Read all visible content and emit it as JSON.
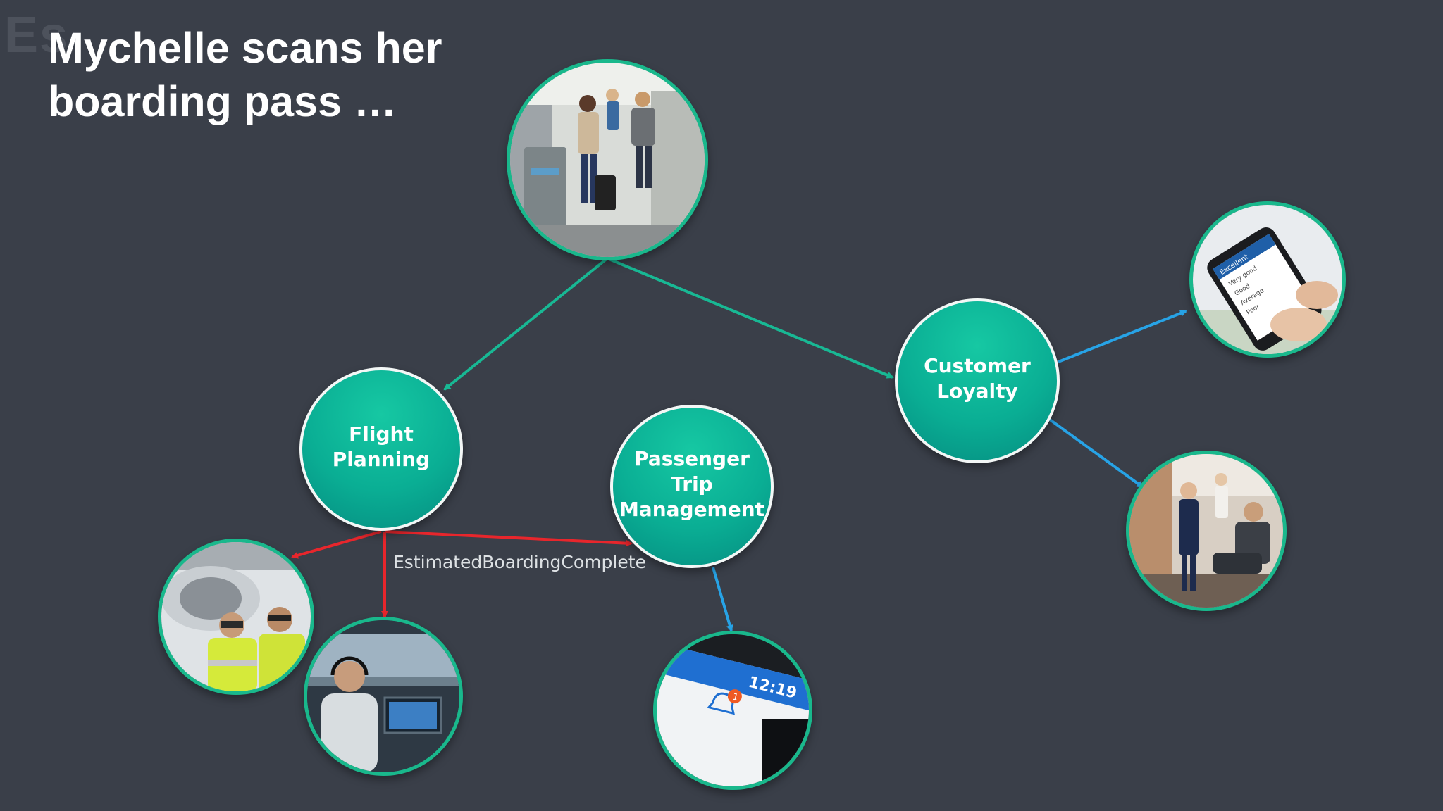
{
  "slide": {
    "ghost_text": "Es",
    "title": "Mychelle scans her\nboarding pass …"
  },
  "nodes": {
    "flight_planning": "Flight\nPlanning",
    "passenger_trip": "Passenger\nTrip\nManagement",
    "customer_loyalty": "Customer\nLoyalty"
  },
  "event_label": "EstimatedBoardingComplete",
  "phone_survey": {
    "header": "Excellent",
    "options": [
      "Very good",
      "Good",
      "Average",
      "Poor"
    ]
  },
  "notification": {
    "status_time": "12:19",
    "badge_count": "1"
  },
  "colors": {
    "background": "#3a3f49",
    "teal_node": "#0aae94",
    "teal_arrow": "#18b894",
    "red_arrow": "#e8262c",
    "blue_arrow": "#27a3e6",
    "photo_ring": "#19b88c"
  }
}
